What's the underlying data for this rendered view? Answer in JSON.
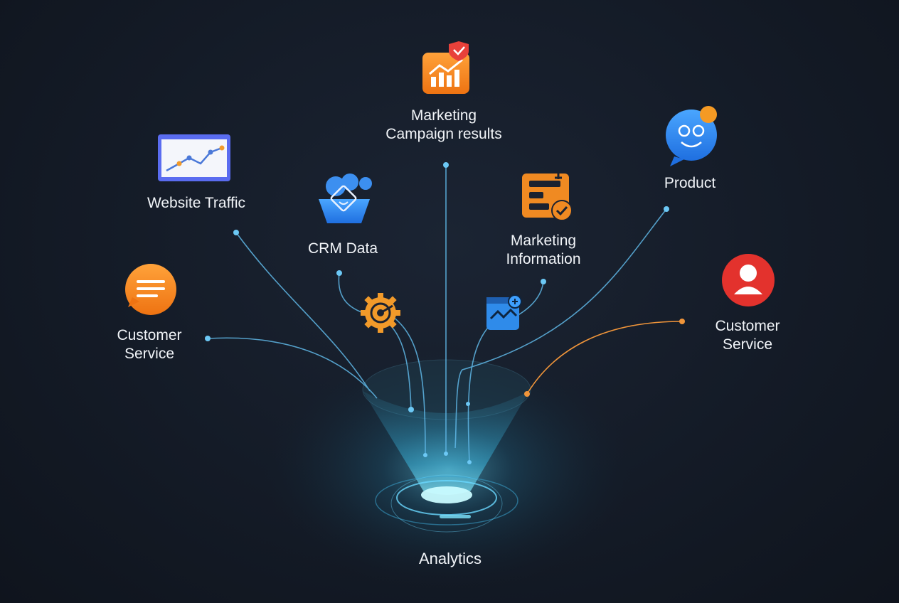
{
  "diagram": {
    "center_label": "Analytics",
    "sources": {
      "marketing_campaign": {
        "line1": "Marketing",
        "line2": "Campaign results"
      },
      "website_traffic": {
        "label": "Website Traffic"
      },
      "crm_data": {
        "label": "CRM Data"
      },
      "marketing_information": {
        "line1": "Marketing",
        "line2": "Information"
      },
      "product": {
        "label": "Product"
      },
      "customer_service_left": {
        "line1": "Customer",
        "line2": "Service"
      },
      "customer_service_right": {
        "line1": "Customer",
        "line2": "Service"
      }
    },
    "icons": {
      "marketing_campaign": "bar-chart-icon",
      "website_traffic": "line-chart-icon",
      "crm_data": "crm-bucket-icon",
      "marketing_information": "checklist-icon",
      "product": "chat-bubble-icon",
      "customer_service_left": "chat-lines-icon",
      "customer_service_right": "user-icon",
      "gear": "target-gear-icon",
      "dashboard": "dashboard-icon"
    },
    "colors": {
      "connector": "#5fb7e6",
      "connector_highlight": "#f0953a",
      "funnel_glow": "#56d6ff",
      "orange": "#f28a24",
      "blue": "#2d8df0",
      "red": "#e3322d"
    }
  }
}
